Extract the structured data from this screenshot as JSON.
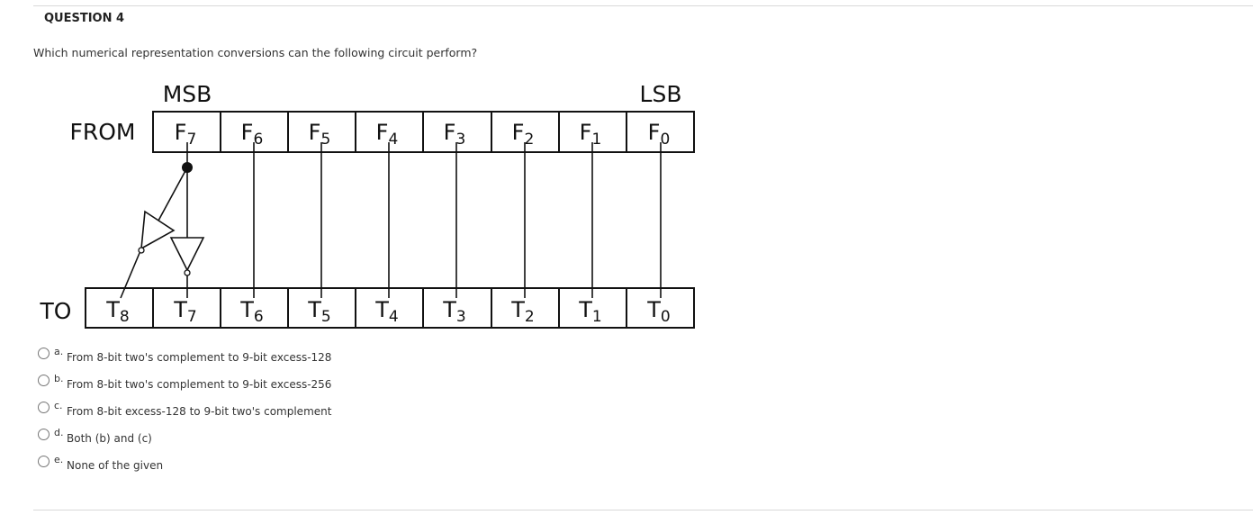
{
  "question": {
    "title": "QUESTION 4",
    "prompt": "Which numerical representation conversions can the following circuit perform?"
  },
  "circuit": {
    "msb_label": "MSB",
    "lsb_label": "LSB",
    "from_label": "FROM",
    "to_label": "TO",
    "from_bits": [
      {
        "name": "F",
        "sub": "7"
      },
      {
        "name": "F",
        "sub": "6"
      },
      {
        "name": "F",
        "sub": "5"
      },
      {
        "name": "F",
        "sub": "4"
      },
      {
        "name": "F",
        "sub": "3"
      },
      {
        "name": "F",
        "sub": "2"
      },
      {
        "name": "F",
        "sub": "1"
      },
      {
        "name": "F",
        "sub": "0"
      }
    ],
    "to_bits": [
      {
        "name": "T",
        "sub": "8"
      },
      {
        "name": "T",
        "sub": "7"
      },
      {
        "name": "T",
        "sub": "6"
      },
      {
        "name": "T",
        "sub": "5"
      },
      {
        "name": "T",
        "sub": "4"
      },
      {
        "name": "T",
        "sub": "3"
      },
      {
        "name": "T",
        "sub": "2"
      },
      {
        "name": "T",
        "sub": "1"
      },
      {
        "name": "T",
        "sub": "0"
      }
    ]
  },
  "options": [
    {
      "letter": "a.",
      "text": "From 8-bit two's complement to 9-bit excess-128",
      "selected": false
    },
    {
      "letter": "b.",
      "text": "From 8-bit two's complement to 9-bit excess-256",
      "selected": false
    },
    {
      "letter": "c.",
      "text": "From 8-bit excess-128 to 9-bit two's complement",
      "selected": false
    },
    {
      "letter": "d.",
      "text": "Both (b) and (c)",
      "selected": false
    },
    {
      "letter": "e.",
      "text": "None of the given",
      "selected": false
    }
  ]
}
